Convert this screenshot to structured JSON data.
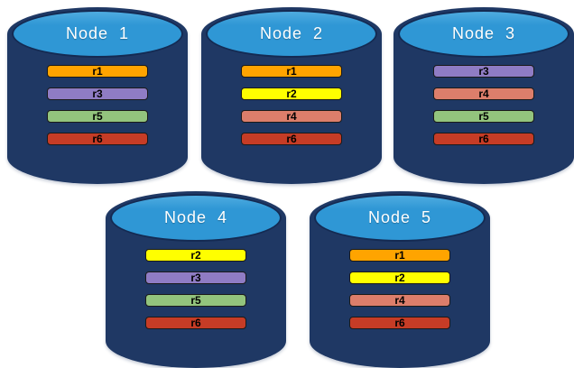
{
  "diagram": {
    "kind": "database-replication-diagram",
    "background": "#ffffff"
  },
  "colors": {
    "cylinder_body": "#1F3864",
    "cylinder_top": "#2F97D5",
    "cylinder_top_highlight": "#4FACE0",
    "cylinder_outline": "#142A52",
    "bar_border": "#1a1a1a",
    "node_label_text": "#ffffff",
    "bar_label_text": "#000000"
  },
  "replica_colors": {
    "r1": "#FFA400",
    "r2": "#FFFF00",
    "r3": "#8F7CC4",
    "r4": "#DC7E6B",
    "r5": "#93C47D",
    "r6": "#C63C26"
  },
  "nodes": [
    {
      "label": "Node  1",
      "replicas": [
        "r1",
        "r3",
        "r5",
        "r6"
      ]
    },
    {
      "label": "Node  2",
      "replicas": [
        "r1",
        "r2",
        "r4",
        "r6"
      ]
    },
    {
      "label": "Node  3",
      "replicas": [
        "r3",
        "r4",
        "r5",
        "r6"
      ]
    },
    {
      "label": "Node  4",
      "replicas": [
        "r2",
        "r3",
        "r5",
        "r6"
      ]
    },
    {
      "label": "Node  5",
      "replicas": [
        "r1",
        "r2",
        "r4",
        "r6"
      ]
    }
  ]
}
